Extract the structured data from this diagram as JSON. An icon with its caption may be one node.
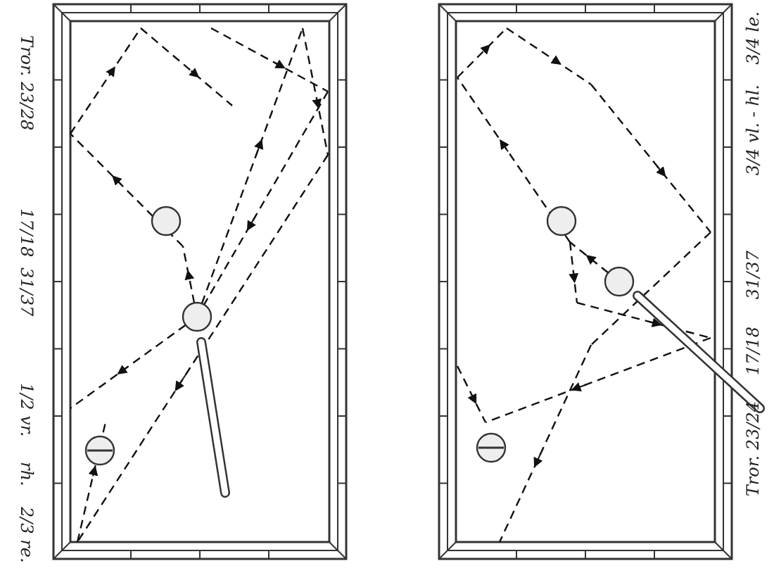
{
  "diagram": {
    "labels": [
      "Tror. 23/28",
      "17/18",
      "31/37",
      "1/2 vr.",
      "rh.",
      "2/3 re.",
      "3/4 le.",
      "3/4 vl. - hl.",
      "31/37",
      "17/18",
      "Tror. 23/24"
    ]
  }
}
